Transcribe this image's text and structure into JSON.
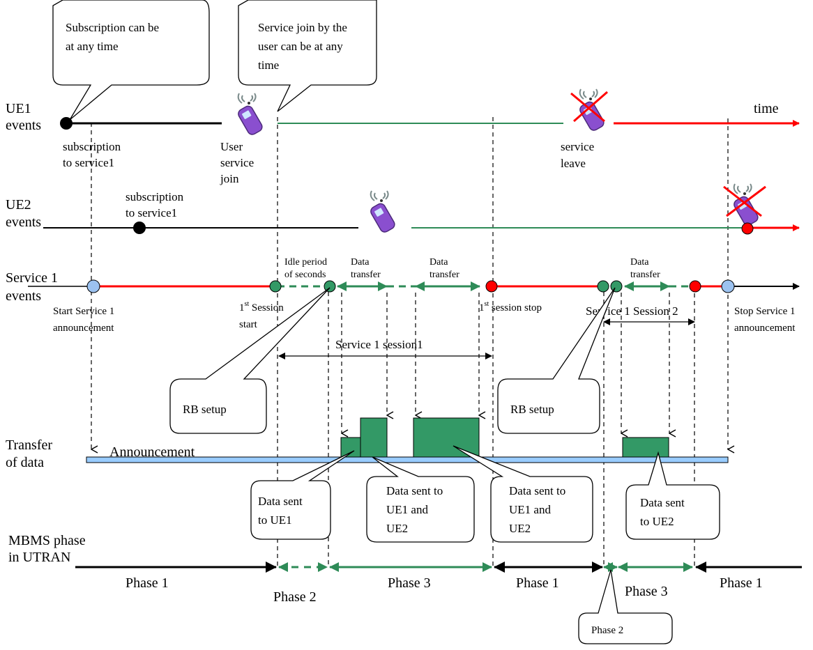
{
  "labels": {
    "ue1_line1": "UE1",
    "ue1_line2": "events",
    "time": "time",
    "ue2_line1": "UE2",
    "ue2_line2": "events",
    "svc_line1": "Service 1",
    "svc_line2": "events",
    "transfer_line1": "Transfer",
    "transfer_line2": "of data",
    "mbms_line1": "MBMS phase",
    "mbms_line2": "in UTRAN"
  },
  "callouts": {
    "subscription": [
      "Subscription can be",
      "at any time"
    ],
    "service_join": [
      "Service join by the",
      "user can be at any",
      "time"
    ],
    "rb_setup_1": "RB setup",
    "rb_setup_2": "RB setup",
    "data_ue1": [
      "Data sent",
      "to UE1"
    ],
    "data_ue12_a": [
      "Data sent to",
      "UE1 and",
      "UE2"
    ],
    "data_ue12_b": [
      "Data sent to",
      "UE1 and",
      "UE2"
    ],
    "data_ue2": [
      "Data sent",
      "to UE2"
    ],
    "phase2_box": "Phase 2"
  },
  "ue1": {
    "subscription": [
      "subscription",
      "to service1"
    ],
    "join": [
      "User",
      "service",
      "join"
    ],
    "leave": [
      "service",
      "leave"
    ]
  },
  "ue2": {
    "subscription": [
      "subscription",
      "to service1"
    ]
  },
  "service1": {
    "start_announce": [
      "Start Service 1",
      "announcement"
    ],
    "session_start_pre": "1",
    "session_start_sup": "st",
    "session_start_post": " Session",
    "session_start_line2": "start",
    "idle": [
      "Idle period",
      "of seconds"
    ],
    "data_transfer_1": [
      "Data",
      "transfer"
    ],
    "data_transfer_2": [
      "Data",
      "transfer"
    ],
    "session_stop_pre": "1",
    "session_stop_sup": "st",
    "session_stop_post": " session stop",
    "data_transfer_3": [
      "Data",
      "transfer"
    ],
    "stop_announce": [
      "Stop Service 1",
      "announcement"
    ],
    "session1_span": "Service 1 session1",
    "session2_span": "Service 1 Session 2"
  },
  "transfer": {
    "announcement": "Announcement"
  },
  "phases": {
    "p1a": "Phase 1",
    "p2a": "Phase 2",
    "p3a": "Phase 3",
    "p1b": "Phase 1",
    "p3b": "Phase 3",
    "p1c": "Phase 1"
  },
  "colors": {
    "red": "#ff0000",
    "green": "#2e8b57",
    "green_fill": "#339966",
    "blue_light": "#9cc2f0",
    "announcement_bar": "#99ccff",
    "black": "#000000"
  },
  "icons": [
    "phone-icon",
    "phone-icon",
    "phone-crossed-icon",
    "phone-crossed-icon"
  ]
}
